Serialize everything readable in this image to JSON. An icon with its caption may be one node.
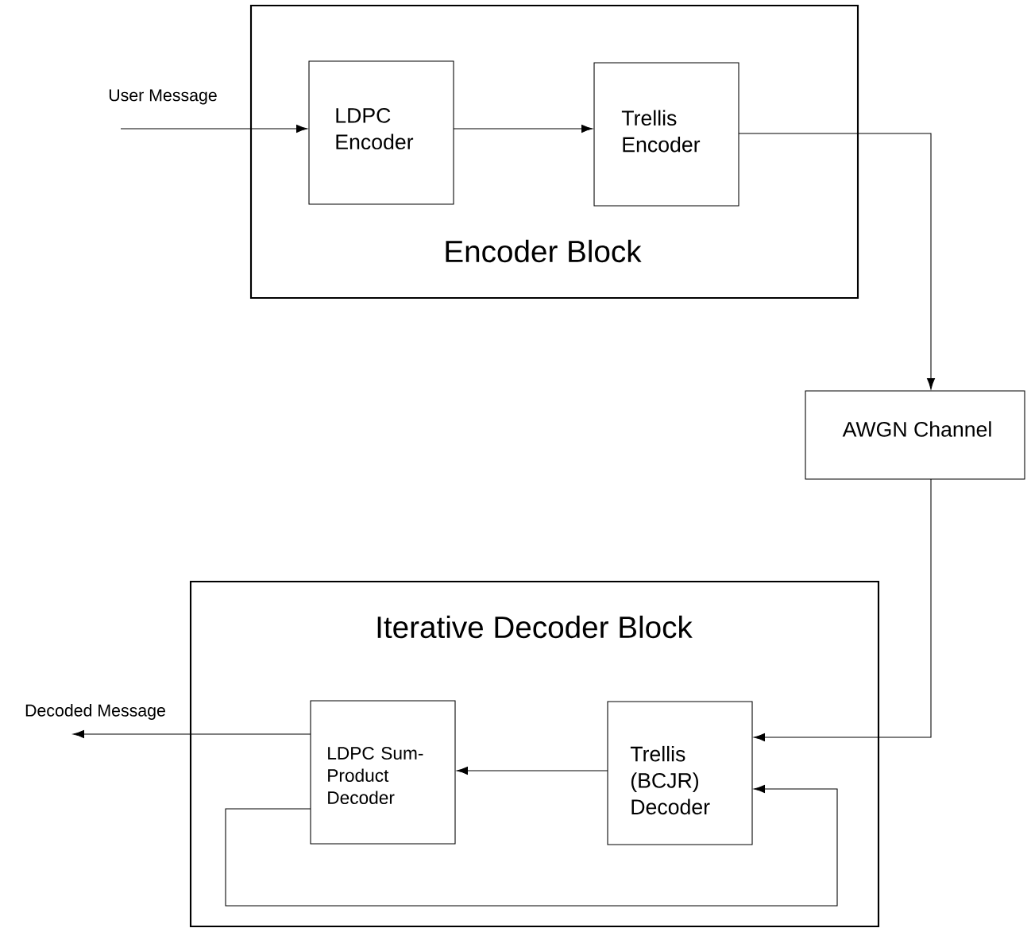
{
  "diagram": {
    "nodes": [
      {
        "text": [
          "Encoder Block"
        ]
      },
      {
        "text": [
          "LDPC Encoder"
        ],
        "in": 0
      },
      {
        "text": [
          "Trellis Encoder"
        ],
        "in": 0
      },
      {
        "text": [
          "AWGN Channel"
        ]
      },
      {
        "text": [
          "Iterative Decoder Block"
        ]
      },
      {
        "text": [
          "LDPC Sum-Product Decoder"
        ],
        "in": 4
      },
      {
        "text": [
          "Trellis (BCJR) Decoder"
        ],
        "in": 4
      }
    ],
    "edges": [
      {
        "from": null,
        "to": 1,
        "arrow": "to",
        "label": "User Message"
      },
      {
        "from": 1,
        "to": 2,
        "arrow": "to"
      },
      {
        "from": 2,
        "to": 3,
        "arrow": "to"
      },
      {
        "from": 3,
        "to": 6,
        "arrow": "to"
      },
      {
        "from": 6,
        "to": 5,
        "arrow": "to"
      },
      {
        "from": 5,
        "to": 6,
        "arrow": "to"
      },
      {
        "from": 5,
        "to": null,
        "arrow": "to",
        "label": "Decoded Message"
      }
    ]
  }
}
